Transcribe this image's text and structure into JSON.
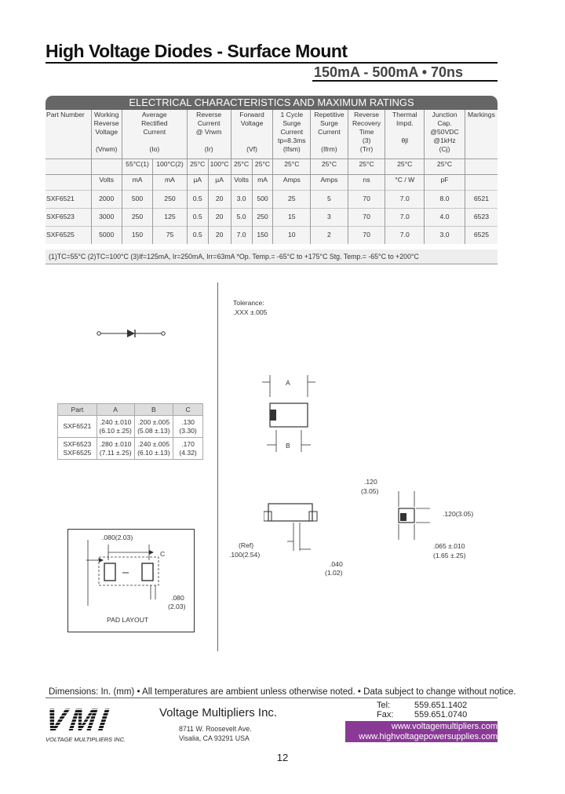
{
  "header": {
    "title": "High Voltage Diodes - Surface Mount",
    "subtitle": "150mA - 500mA • 70ns"
  },
  "table": {
    "banner": "ELECTRICAL CHARACTERISTICS AND MAXIMUM RATINGS",
    "headers": [
      [
        "Part Number"
      ],
      [
        "Working",
        "Reverse",
        "Voltage",
        "",
        "(Vrwm)"
      ],
      [
        "Average",
        "Rectified",
        "Current",
        "",
        "(Io)"
      ],
      [
        "Reverse",
        "Current",
        "@ Vrwm",
        "",
        "(Ir)"
      ],
      [
        "Forward",
        "Voltage",
        "",
        "",
        "(Vf)"
      ],
      [
        "1 Cycle",
        "Surge",
        "Current",
        "tp=8.3ms",
        "(Ifsm)"
      ],
      [
        "Repetitive",
        "Surge",
        "Current",
        "",
        "(Ifrm)"
      ],
      [
        "Reverse",
        "Recovery",
        "Time",
        "(3)",
        "(Trr)"
      ],
      [
        "Thermal",
        "Impd.",
        "",
        "θjl",
        "",
        ""
      ],
      [
        "Junction",
        "Cap.",
        "@50VDC",
        "@1kHz",
        "(Cj)"
      ],
      [
        "Markings"
      ]
    ],
    "conditions": [
      "",
      "",
      "55°C(1)",
      "100°C(2)",
      "25°C",
      "100°C",
      "25°C",
      "25°C",
      "25°C",
      "25°C",
      "25°C",
      "25°C",
      "25°C",
      ""
    ],
    "units": [
      "",
      "Volts",
      "mA",
      "mA",
      "µA",
      "µA",
      "Volts",
      "mA",
      "Amps",
      "Amps",
      "ns",
      "°C / W",
      "pF",
      ""
    ],
    "rows": [
      [
        "SXF6521",
        "2000",
        "500",
        "250",
        "0.5",
        "20",
        "3.0",
        "500",
        "25",
        "5",
        "70",
        "7.0",
        "8.0",
        "6521"
      ],
      [
        "SXF6523",
        "3000",
        "250",
        "125",
        "0.5",
        "20",
        "5.0",
        "250",
        "15",
        "3",
        "70",
        "7.0",
        "4.0",
        "6523"
      ],
      [
        "SXF6525",
        "5000",
        "150",
        "75",
        "0.5",
        "20",
        "7.0",
        "150",
        "10",
        "2",
        "70",
        "7.0",
        "3.0",
        "6525"
      ]
    ],
    "footnote": "(1)TC=55°C  (2)TC=100°C  (3)If=125mA, Ir=250mA, Irr=63mA   *Op. Temp.= -65°C to +175°C   Stg. Temp.= -65°C to +200°C"
  },
  "tolerance": {
    "label": "Tolerance:",
    "value": ".XXX  ±.005"
  },
  "dims_table": {
    "headers": [
      "Part",
      "A",
      "B",
      "C"
    ],
    "rows": [
      {
        "part": "SXF6521",
        "a": ".240 ±.010",
        "a2": "(6.10 ±.25)",
        "b": ".200 ±.005",
        "b2": "(5.08 ±.13)",
        "c": ".130",
        "c2": "(3.30)"
      },
      {
        "part": "SXF6523",
        "part2": "SXF6525",
        "a": ".280 ±.010",
        "a2": "(7.11 ±.25)",
        "b": ".240 ±.005",
        "b2": "(6.10 ±.13)",
        "c": ".170",
        "c2": "(4.32)"
      }
    ]
  },
  "pad_layout": {
    "dim1": ".080(2.03)",
    "dim_c": "C",
    "dim2": ".080",
    "dim2b": "(2.03)",
    "label": "PAD LAYOUT"
  },
  "drawings": {
    "a": "A",
    "b": "B",
    "ref": "(Ref)",
    "ref_dim": ".100(2.54)",
    "d040": ".040",
    "d040b": "(1.02)",
    "d120": ".120",
    "d120b": "(3.05)",
    "d120r": ".120(3.05)",
    "d065": ".065 ±.010",
    "d065b": "(1.65 ±.25)"
  },
  "footer": {
    "note": "Dimensions:  In. (mm)  •  All temperatures are ambient unless otherwise noted.  •  Data subject to change without notice.",
    "company": "Voltage Multipliers Inc.",
    "logo": "VMI",
    "logo_sub": "VOLTAGE MULTIPLIERS INC.",
    "addr1": "8711 W. Roosevelt Ave.",
    "addr2": "Visalia, CA 93291  USA",
    "tel_label": "Tel:",
    "tel": "559.651.1402",
    "fax_label": "Fax:",
    "fax": "559.651.0740",
    "web1": "www.voltagemultipliers.com",
    "web2": "www.highvoltagepowersupplies.com",
    "page": "12"
  }
}
